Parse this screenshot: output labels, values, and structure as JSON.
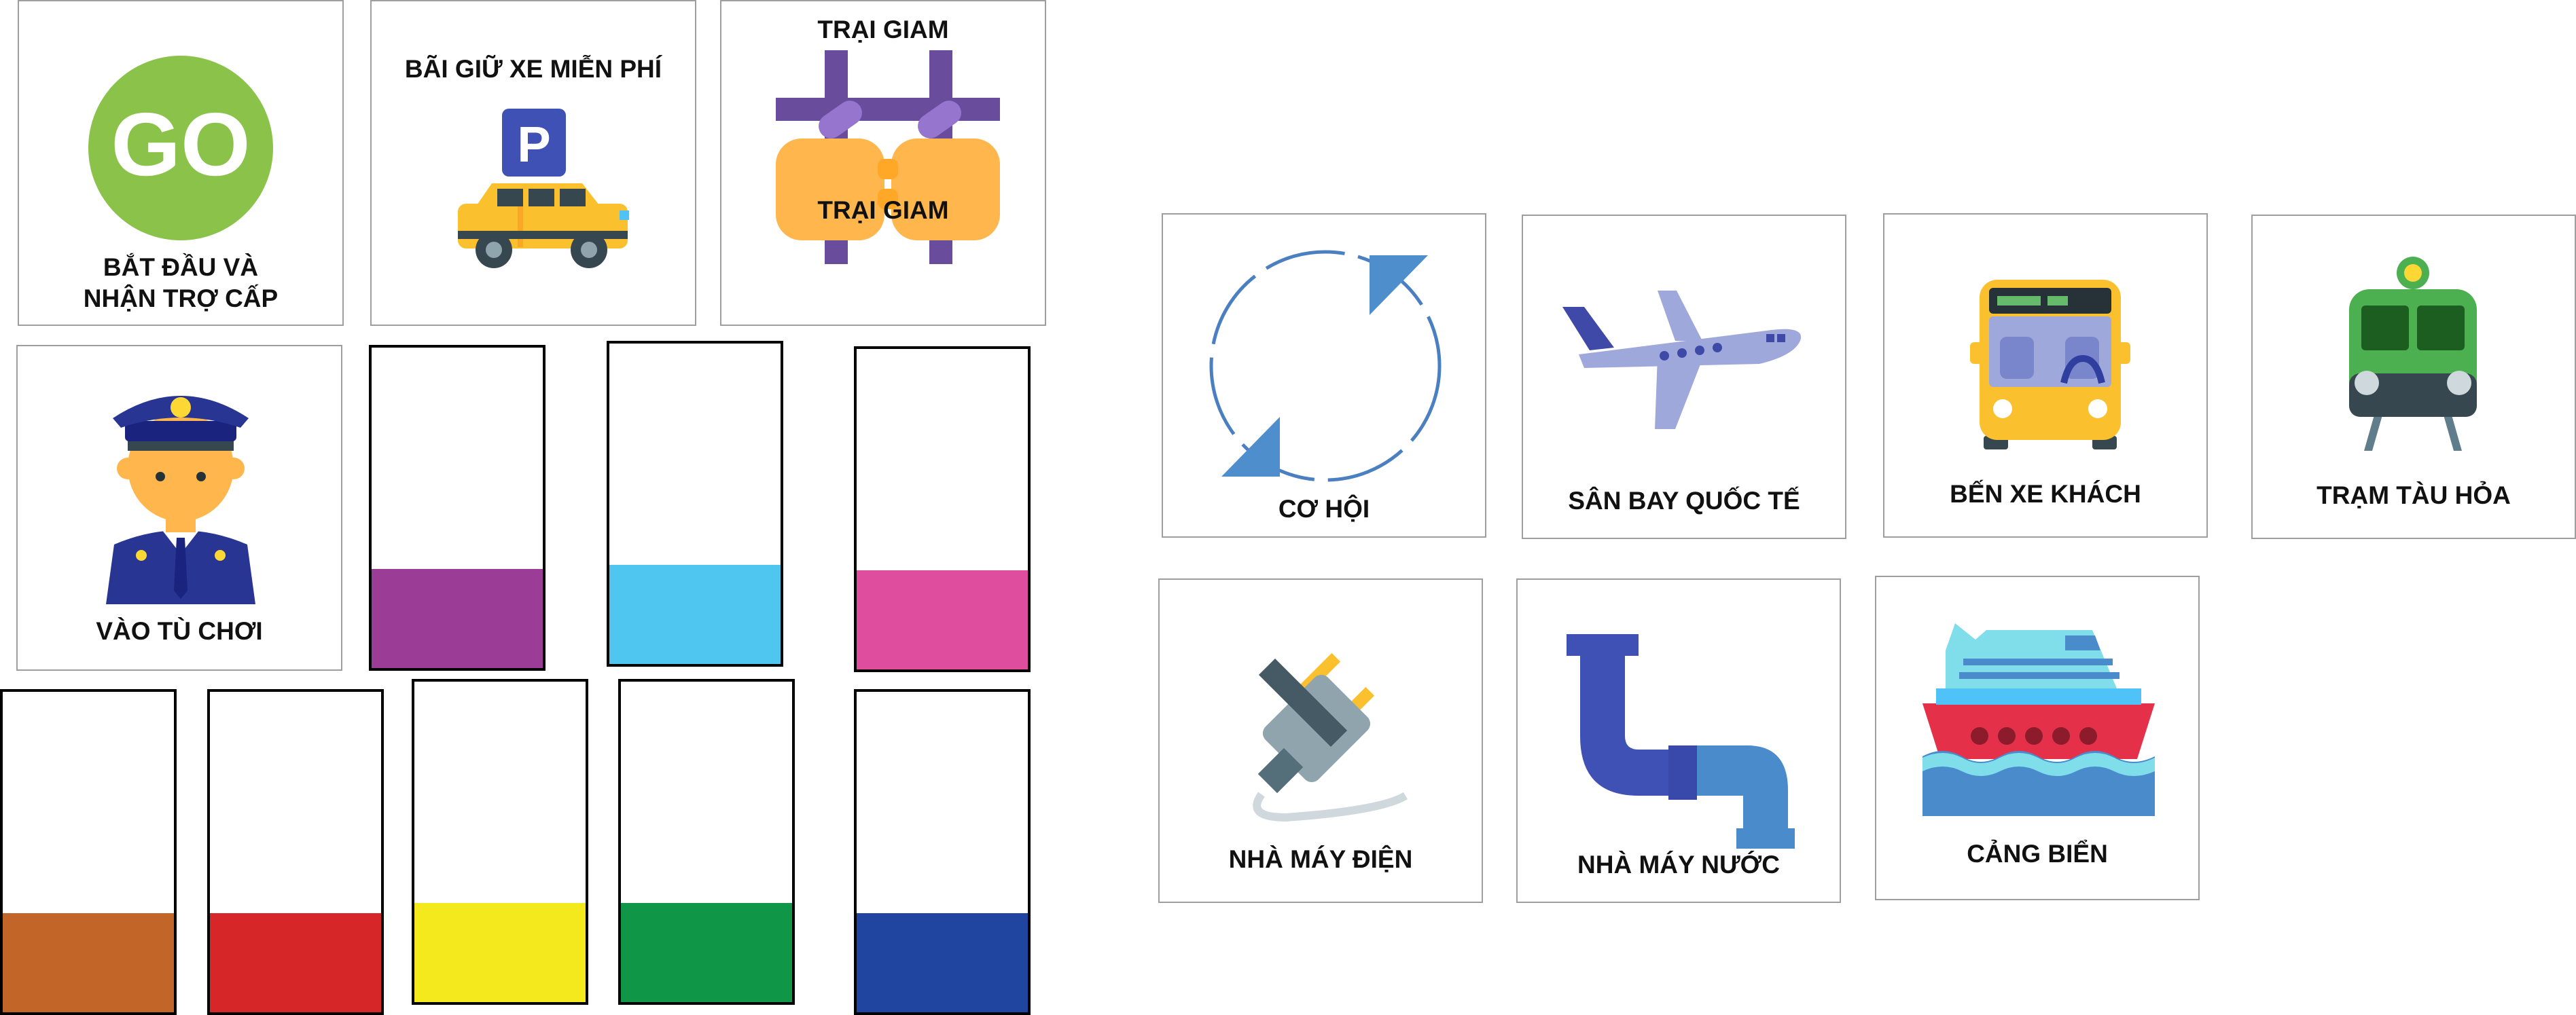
{
  "corner_cards": {
    "go": {
      "icon": "go-circle-icon",
      "badge": "GO",
      "label_line1": "BẮT ĐẦU VÀ",
      "label_line2": "NHẬN TRỢ CẤP",
      "badge_color": "#8bc34a"
    },
    "parking": {
      "icon": "parked-car-icon",
      "sign": "P",
      "label": "BÃI GIỮ XE MIỄN PHÍ",
      "car_color": "#fbc02d"
    },
    "jail": {
      "icon": "jail-bars-hands-icon",
      "label_top": "TRẠI GIAM",
      "label_center": "TRẠI GIAM",
      "bars_color": "#6a4c9c"
    },
    "go_to_jail": {
      "icon": "policeman-icon",
      "label": "VÀO TÙ CHƠI"
    }
  },
  "property_colors": [
    "#9b3d97",
    "#4ec6f0",
    "#de4d9e",
    "#c26528",
    "#d72628",
    "#f3e91d",
    "#0f9647",
    "#1f45a1"
  ],
  "special_cards": [
    {
      "key": "chance",
      "icon": "refresh-arrows-icon",
      "label": "CƠ HỘI"
    },
    {
      "key": "airport",
      "icon": "airplane-icon",
      "label": "SÂN BAY QUỐC TẾ"
    },
    {
      "key": "bus",
      "icon": "bus-icon",
      "label": "BẾN XE KHÁCH"
    },
    {
      "key": "train",
      "icon": "train-icon",
      "label": "TRẠM TÀU HỎA"
    },
    {
      "key": "power",
      "icon": "power-plug-icon",
      "label": "NHÀ MÁY ĐIỆN"
    },
    {
      "key": "water",
      "icon": "water-pipe-icon",
      "label": "NHÀ MÁY NƯỚC"
    },
    {
      "key": "port",
      "icon": "cruise-ship-icon",
      "label": "CẢNG BIỂN"
    }
  ]
}
